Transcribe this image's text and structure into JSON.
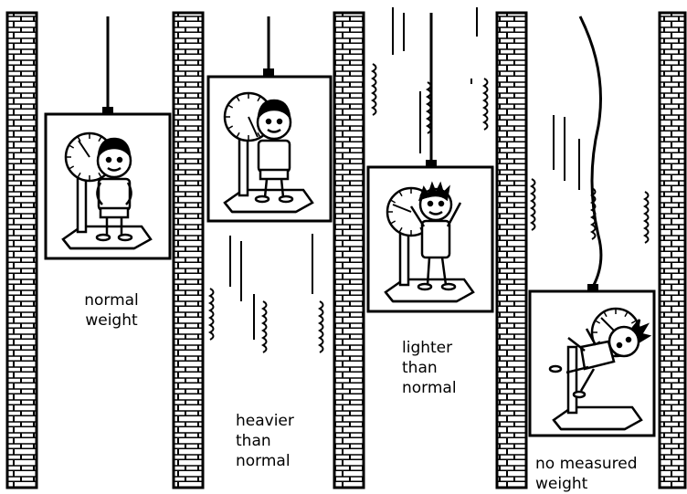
{
  "captions": {
    "normal": "normal\nweight",
    "heavier": "heavier\nthan\nnormal",
    "lighter": "lighter\nthan\nnormal",
    "none": "no measured\nweight"
  },
  "colors": {
    "ink": "#000000",
    "paper": "#ffffff"
  },
  "icons": [
    "brick-wall-icon",
    "scale-icon",
    "dial-icon",
    "child-icon",
    "cable-icon",
    "motion-lines-icon"
  ]
}
